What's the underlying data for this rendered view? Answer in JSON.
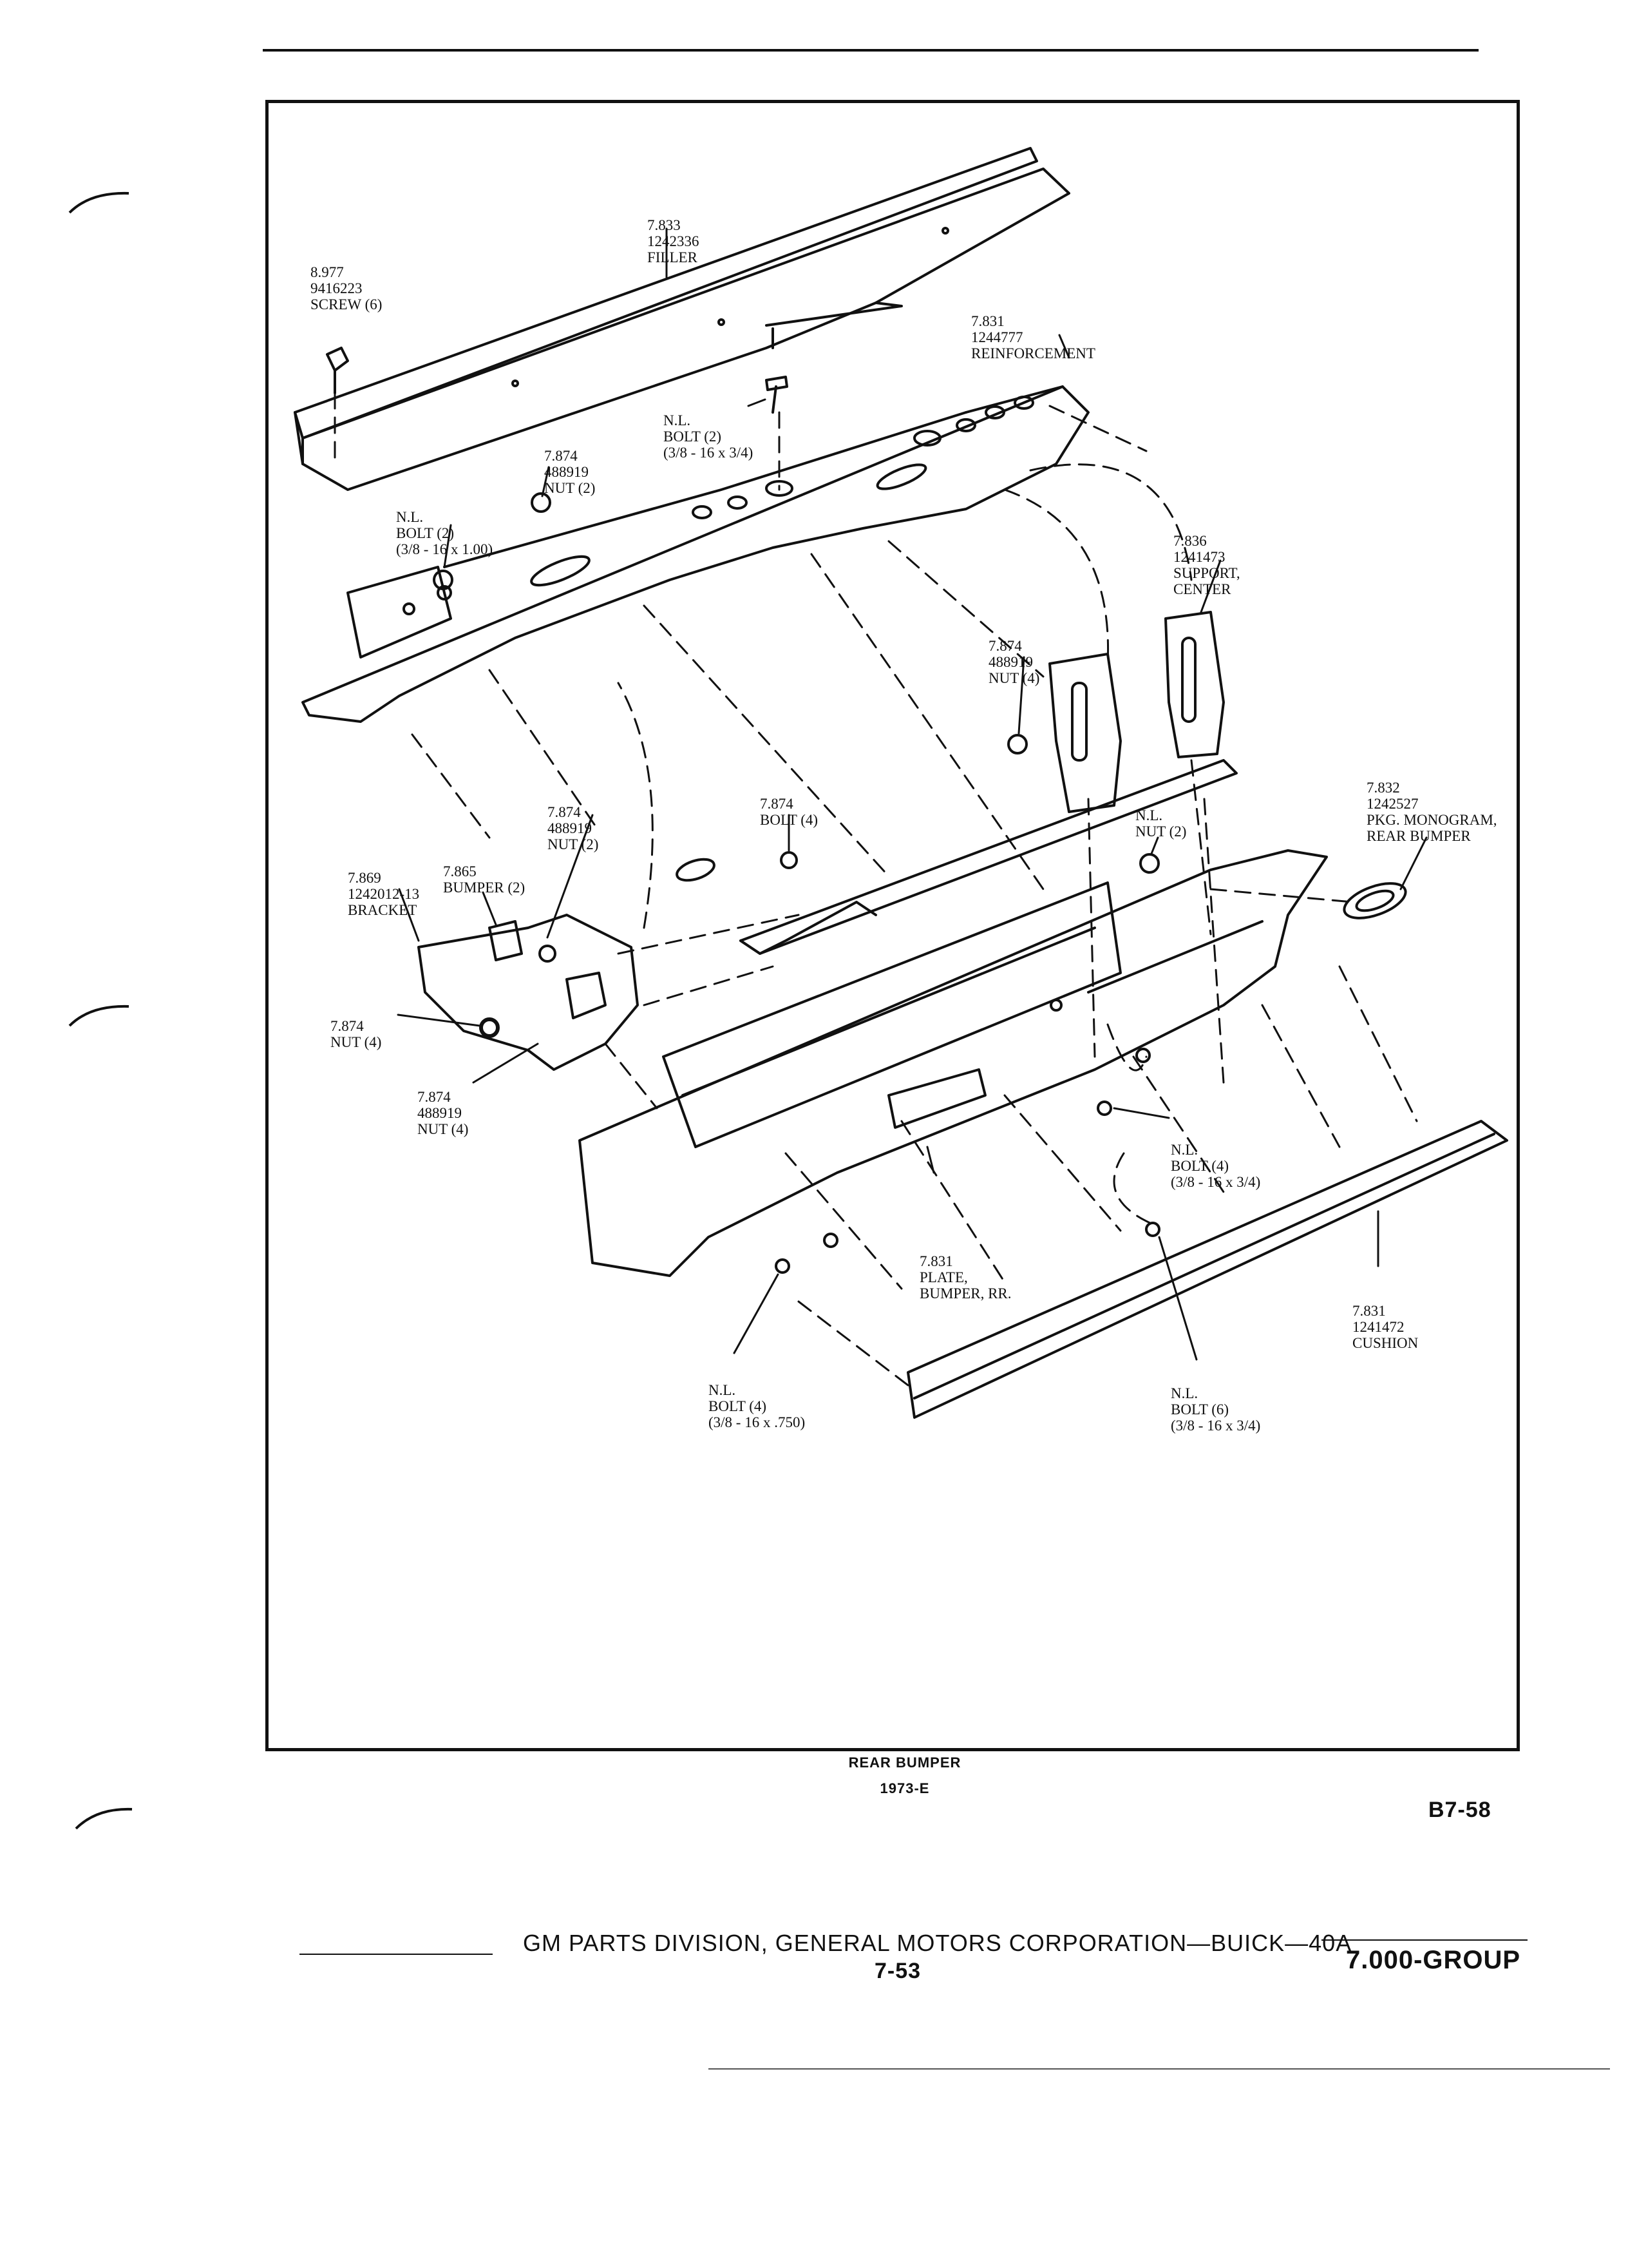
{
  "callouts": {
    "screw": [
      "8.977",
      "9416223",
      "SCREW (6)"
    ],
    "filler": [
      "7.833",
      "1242336",
      "FILLER"
    ],
    "reinforcement": [
      "7.831",
      "1244777",
      "REINFORCEMENT"
    ],
    "nl_bolt_top": [
      "N.L.",
      "BOLT (2)",
      "(3/8 - 16 x 3/4)"
    ],
    "nut_top": [
      "7.874",
      "488919",
      "NUT (2)"
    ],
    "nl_bolt_left": [
      "N.L.",
      "BOLT (2)",
      "(3/8 - 16 x 1.00)"
    ],
    "support_center": [
      "7.836",
      "1241473",
      "SUPPORT,",
      "CENTER"
    ],
    "nut_mid": [
      "7.874",
      "488919",
      "NUT (4)"
    ],
    "monogram": [
      "7.832",
      "1242527",
      "PKG. MONOGRAM,",
      "REAR BUMPER"
    ],
    "nl_nut": [
      "N.L.",
      "NUT (2)"
    ],
    "nut_bracket": [
      "7.874",
      "488919",
      "NUT (2)"
    ],
    "bolt_4": [
      "7.874",
      "BOLT (4)"
    ],
    "bracket": [
      "7.869",
      "1242012-13",
      "BRACKET"
    ],
    "bumper_pad": [
      "7.865",
      "BUMPER (2)"
    ],
    "nut_left": [
      "7.874",
      "NUT (4)"
    ],
    "nut_lower": [
      "7.874",
      "488919",
      "NUT (4)"
    ],
    "nl_bolt_right": [
      "N.L.",
      "BOLT (4)",
      "(3/8 - 16 x 3/4)"
    ],
    "plate": [
      "7.831",
      "PLATE,",
      "BUMPER, RR."
    ],
    "cushion": [
      "7.831",
      "1241472",
      "CUSHION"
    ],
    "nl_bolt_bottom": [
      "N.L.",
      "BOLT (4)",
      "(3/8 - 16 x .750)"
    ],
    "nl_bolt_6": [
      "N.L.",
      "BOLT (6)",
      "(3/8 - 16 x 3/4)"
    ]
  },
  "caption": {
    "title": "REAR BUMPER",
    "year": "1973-E"
  },
  "page_ref": "B7-58",
  "footer": {
    "text": "GM PARTS DIVISION, GENERAL MOTORS CORPORATION—BUICK—40A",
    "page": "7-53",
    "group": "7.000-GROUP"
  }
}
